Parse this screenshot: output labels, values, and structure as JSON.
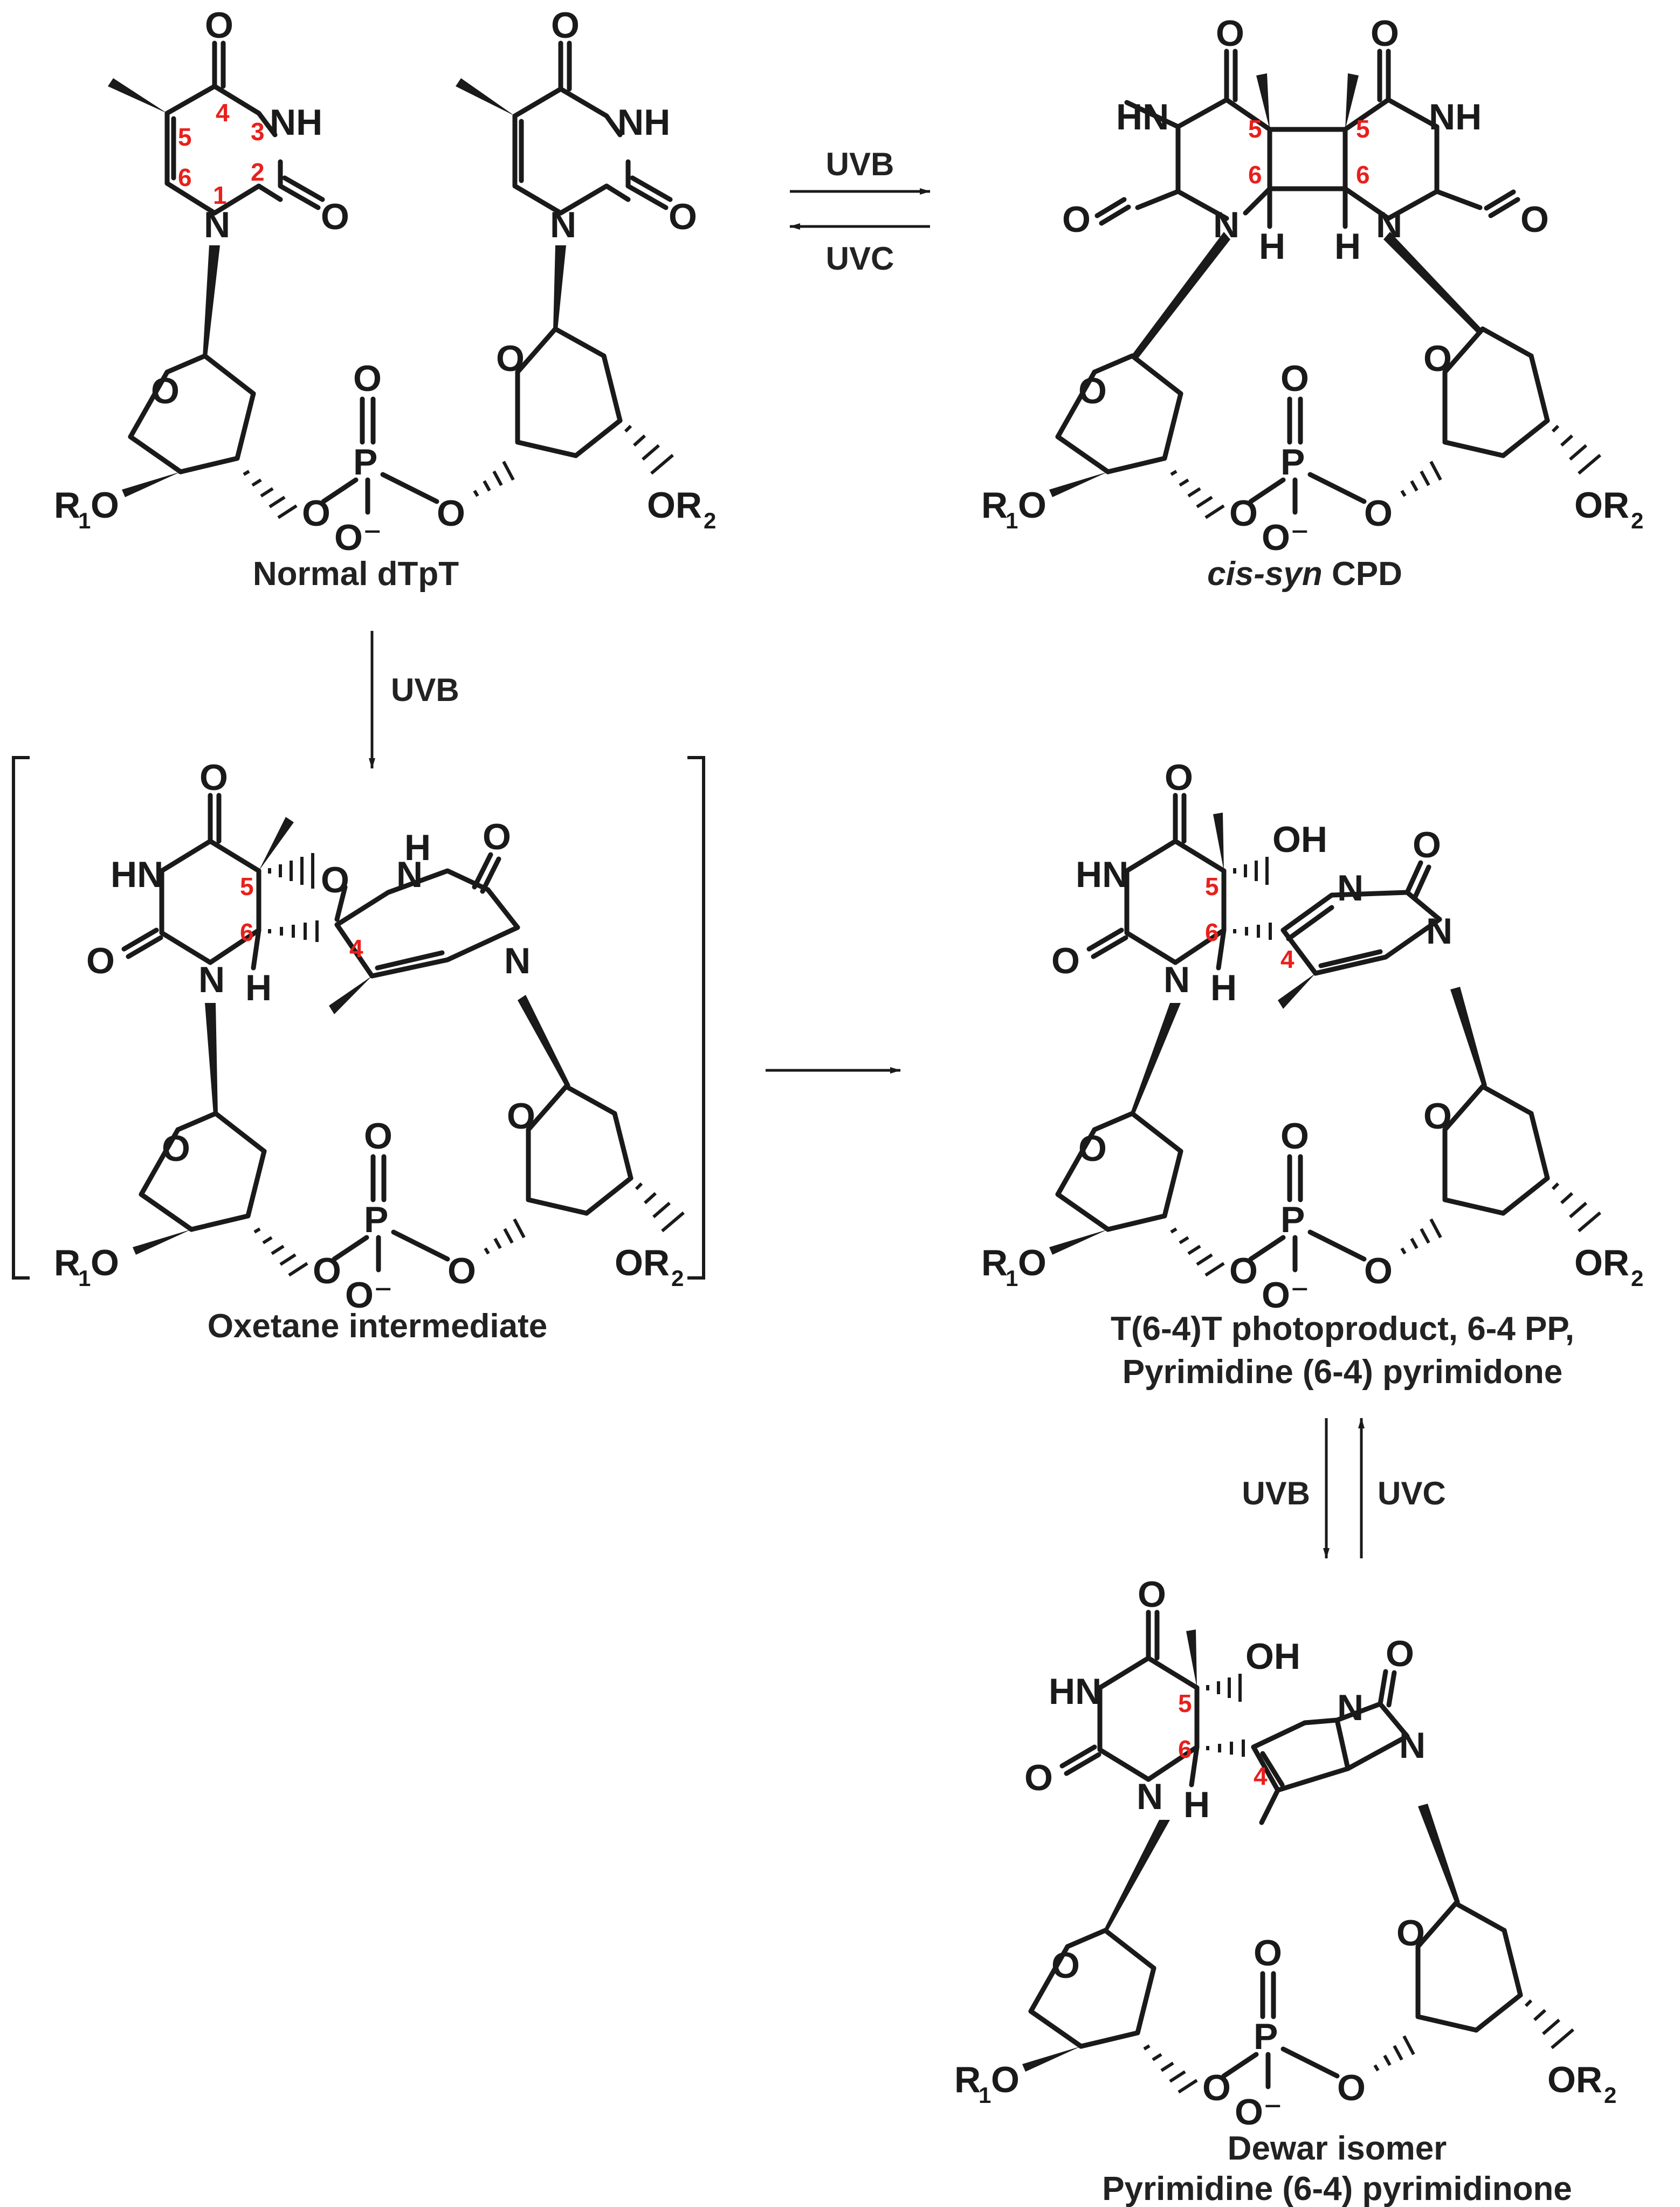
{
  "labels": {
    "normal_dtpt": "Normal dTpT",
    "cis_syn_cpd_italic": "cis-syn",
    "cis_syn_cpd_rest": " CPD",
    "oxetane": "Oxetane intermediate",
    "t64t_line1": "T(6-4)T photoproduct, 6-4 PP,",
    "t64t_line2": "Pyrimidine (6-4) pyrimidone",
    "dewar_line1": "Dewar isomer",
    "dewar_line2": "Pyrimidine (6-4) pyrimidinone"
  },
  "conditions": {
    "uvb": "UVB",
    "uvc": "UVC"
  },
  "atoms": {
    "O": "O",
    "N": "N",
    "NH": "NH",
    "HN": "HN",
    "H": "H",
    "P": "P",
    "O_minus": "O⁻",
    "OH": "OH",
    "R1O_R": "R",
    "R1O_1": "1",
    "R1O_O": "O",
    "OR2_OR": "OR",
    "OR2_2": "2"
  },
  "positions": {
    "n1": "1",
    "n2": "2",
    "n3": "3",
    "n4": "4",
    "n5": "5",
    "n6": "6"
  },
  "colors": {
    "ink": "#1a1a1a",
    "position_number": "#e8201c"
  }
}
